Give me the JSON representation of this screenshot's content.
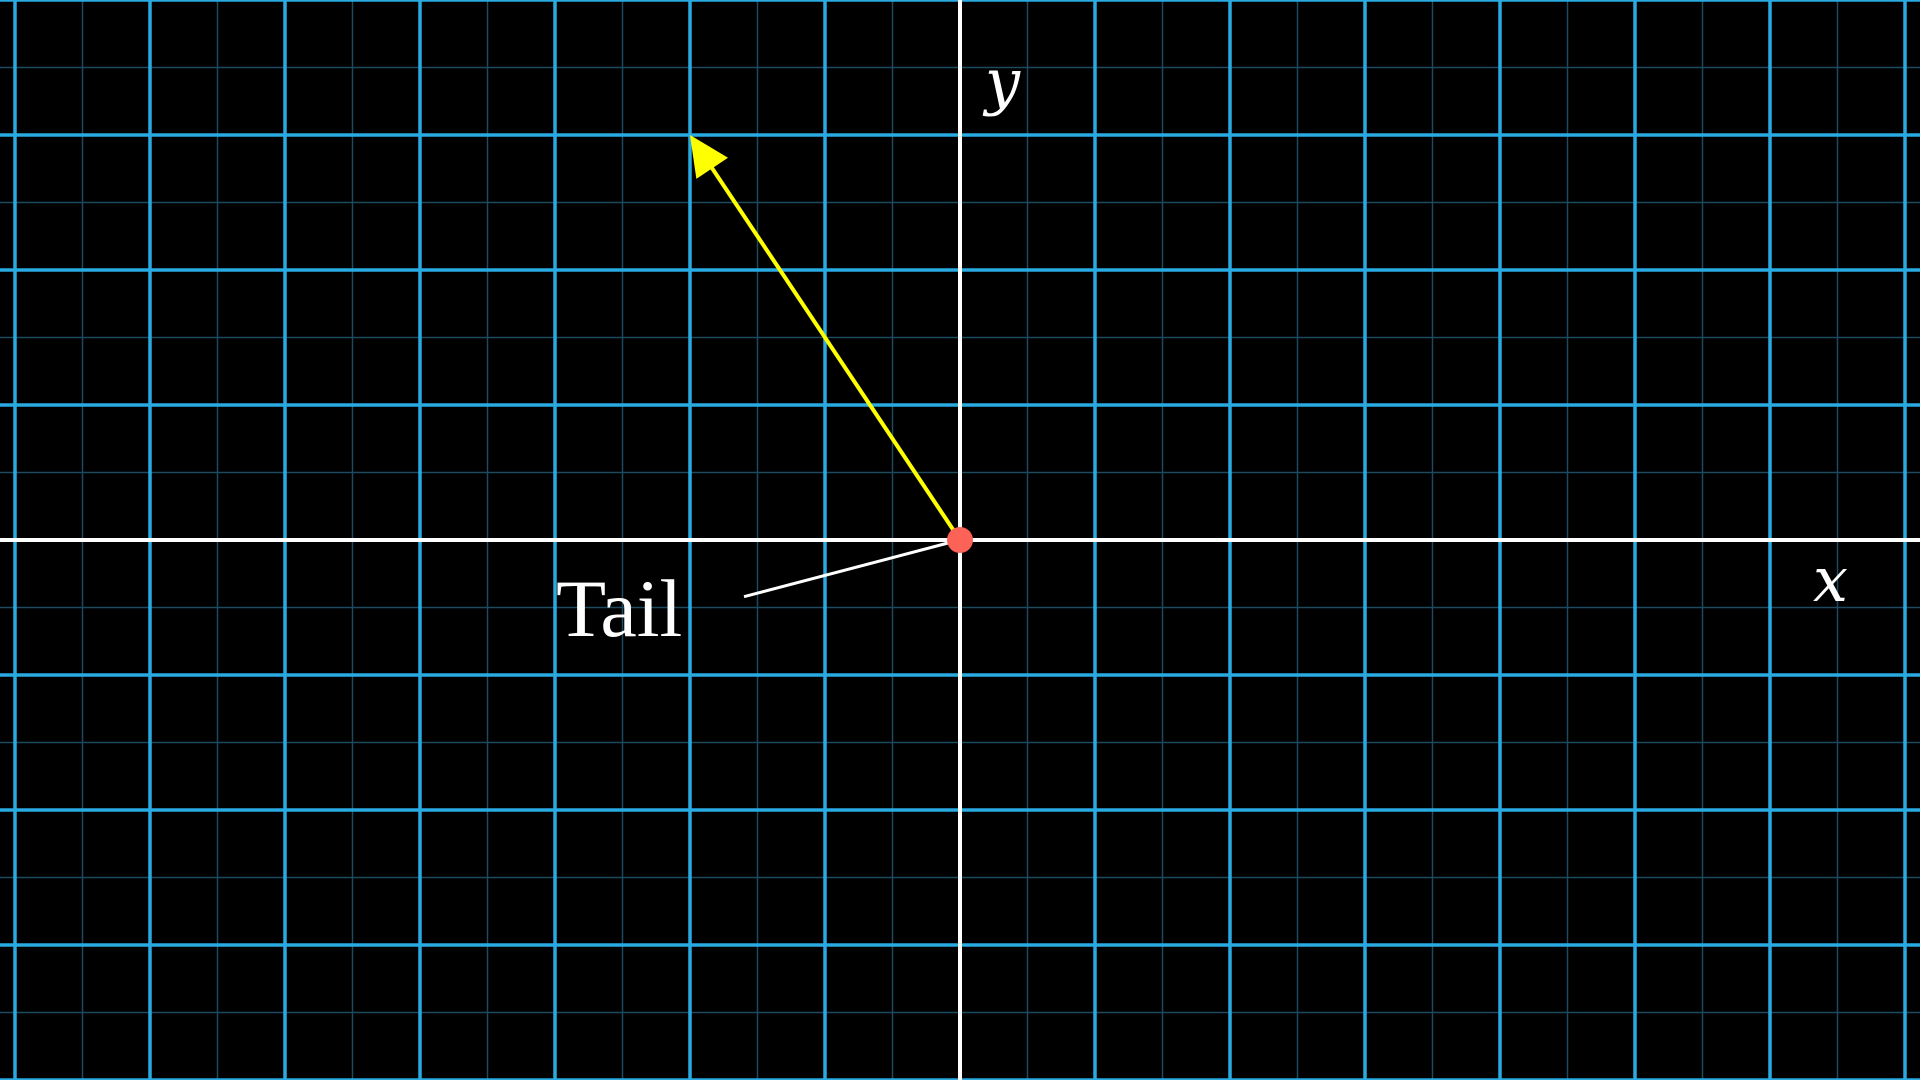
{
  "labels": {
    "x_axis": "x",
    "y_axis": "y",
    "tail": "Tail"
  },
  "plane": {
    "x_range": [
      -7,
      7
    ],
    "y_range": [
      -4,
      4
    ],
    "grid_on": true,
    "minor_grid_on": true
  },
  "vector": {
    "tail": [
      0,
      0
    ],
    "head": [
      -2,
      3
    ]
  },
  "colors": {
    "background": "#000000",
    "major_grid": "#29abe2",
    "minor_grid": "#1c4a5e",
    "axes": "#ffffff",
    "vector": "#ffff00",
    "tail_dot": "#fc6255",
    "label": "#ffffff"
  }
}
